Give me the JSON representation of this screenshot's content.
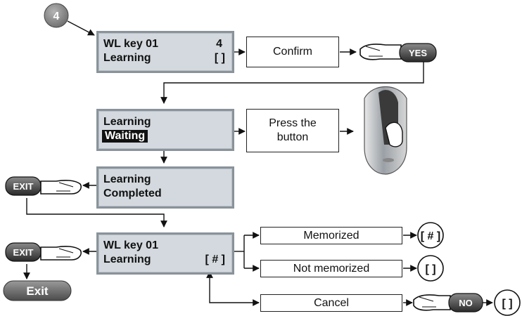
{
  "step_number": "4",
  "screen1": {
    "line1": "WL key 01",
    "line1_right": "4",
    "line2": "Learning",
    "line2_right": "[ ]"
  },
  "confirm_box": "Confirm",
  "yes_key": "YES",
  "screen2": {
    "line1": "Learning",
    "line2": "Waiting"
  },
  "press_box_line1": "Press the",
  "press_box_line2": "button",
  "screen3": {
    "line1": "Learning",
    "line2": "Completed"
  },
  "exit_key_top": "EXIT",
  "screen4": {
    "line1": "WL key 01",
    "line2": "Learning",
    "line2_right": "[ # ]"
  },
  "exit_key_bottom": "EXIT",
  "exit_button": "Exit",
  "memorized_box": "Memorized",
  "memorized_result": "[ # ]",
  "not_memorized_box": "Not memorized",
  "not_memorized_result": "[ ]",
  "cancel_box": "Cancel",
  "no_key": "NO",
  "cancel_result": "[ ]"
}
